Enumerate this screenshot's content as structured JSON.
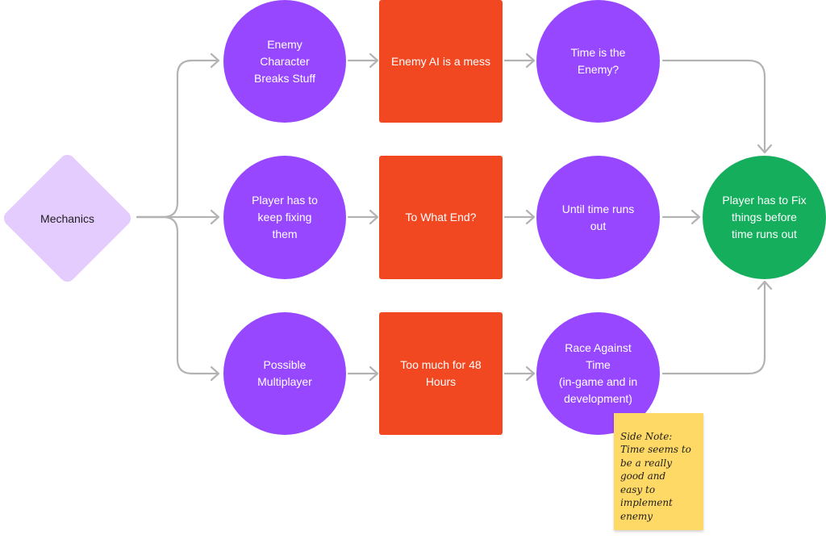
{
  "diagram": {
    "root": {
      "label": "Mechanics"
    },
    "rows": [
      {
        "idea": "Enemy\nCharacter\nBreaks Stuff",
        "problem": "Enemy AI is a mess",
        "resolution": "Time is the\nEnemy?"
      },
      {
        "idea": "Player has to\nkeep fixing\nthem",
        "problem": "To What End?",
        "resolution": "Until time runs\nout"
      },
      {
        "idea": "Possible\nMultiplayer",
        "problem": "Too much for 48\nHours",
        "resolution": "Race Against\nTime\n(in-game and in\ndevelopment)"
      }
    ],
    "goal": {
      "label": "Player has to Fix\nthings before\ntime runs out"
    },
    "sticky_note": {
      "text": "Side Note:\nTime seems to\nbe a really\ngood and\neasy to\nimplement\nenemy"
    }
  },
  "colors": {
    "idea_circle": "#9747ff",
    "problem_square": "#f24822",
    "goal_circle": "#14ae5c",
    "root_diamond": "#e4ccff",
    "sticky": "#ffd966",
    "connector": "#b3b3b3"
  }
}
